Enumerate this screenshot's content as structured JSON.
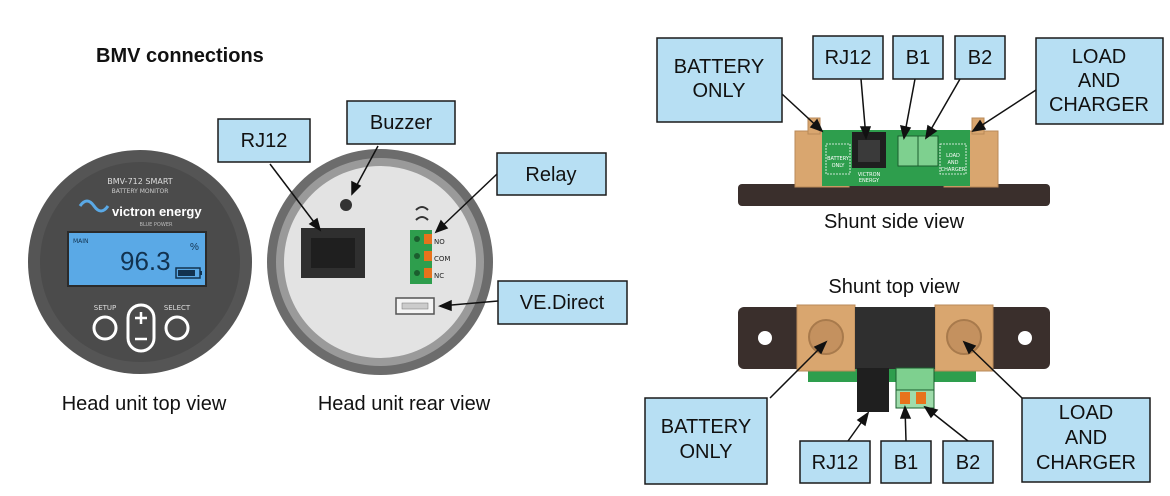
{
  "title": "BMV connections",
  "head_top": {
    "model": "BMV-712 SMART",
    "subtitle": "BATTERY MONITOR",
    "brand": "victron energy",
    "tagline": "BLUE POWER",
    "display_label": "MAIN",
    "display_value": "96.3",
    "display_unit": "%",
    "setup_label": "SETUP",
    "select_label": "SELECT",
    "caption": "Head unit top view"
  },
  "head_rear": {
    "caption": "Head unit rear view",
    "relay_pins": [
      "NO",
      "COM",
      "NC"
    ],
    "callouts": {
      "rj12": "RJ12",
      "buzzer": "Buzzer",
      "relay": "Relay",
      "vedirect": "VE.Direct"
    }
  },
  "shunt_side": {
    "caption": "Shunt side view",
    "callouts": {
      "battery_only": [
        "BATTERY",
        "ONLY"
      ],
      "rj12": "RJ12",
      "b1": "B1",
      "b2": "B2",
      "load_charger": [
        "LOAD",
        "AND",
        "CHARGER"
      ]
    },
    "pcb_labels": {
      "battery": [
        "BATTERY",
        "ONLY"
      ],
      "brand": [
        "VICTRON",
        "ENERGY"
      ],
      "load": [
        "LOAD",
        "AND",
        "CHARGER"
      ]
    }
  },
  "shunt_top": {
    "caption": "Shunt top view",
    "callouts": {
      "battery_only": [
        "BATTERY",
        "ONLY"
      ],
      "rj12": "RJ12",
      "b1": "B1",
      "b2": "B2",
      "load_charger": [
        "LOAD",
        "AND",
        "CHARGER"
      ]
    }
  },
  "colors": {
    "callout_fill": "#b7dff3",
    "callout_border": "#1a1a1a",
    "pcb_green": "#2e9e4d",
    "terminal_orange": "#e7731c",
    "copper": "#d9a66f",
    "base_dark": "#3a2f2c",
    "display_blue": "#5aa9e6",
    "bezel": "#4a4a4a"
  }
}
